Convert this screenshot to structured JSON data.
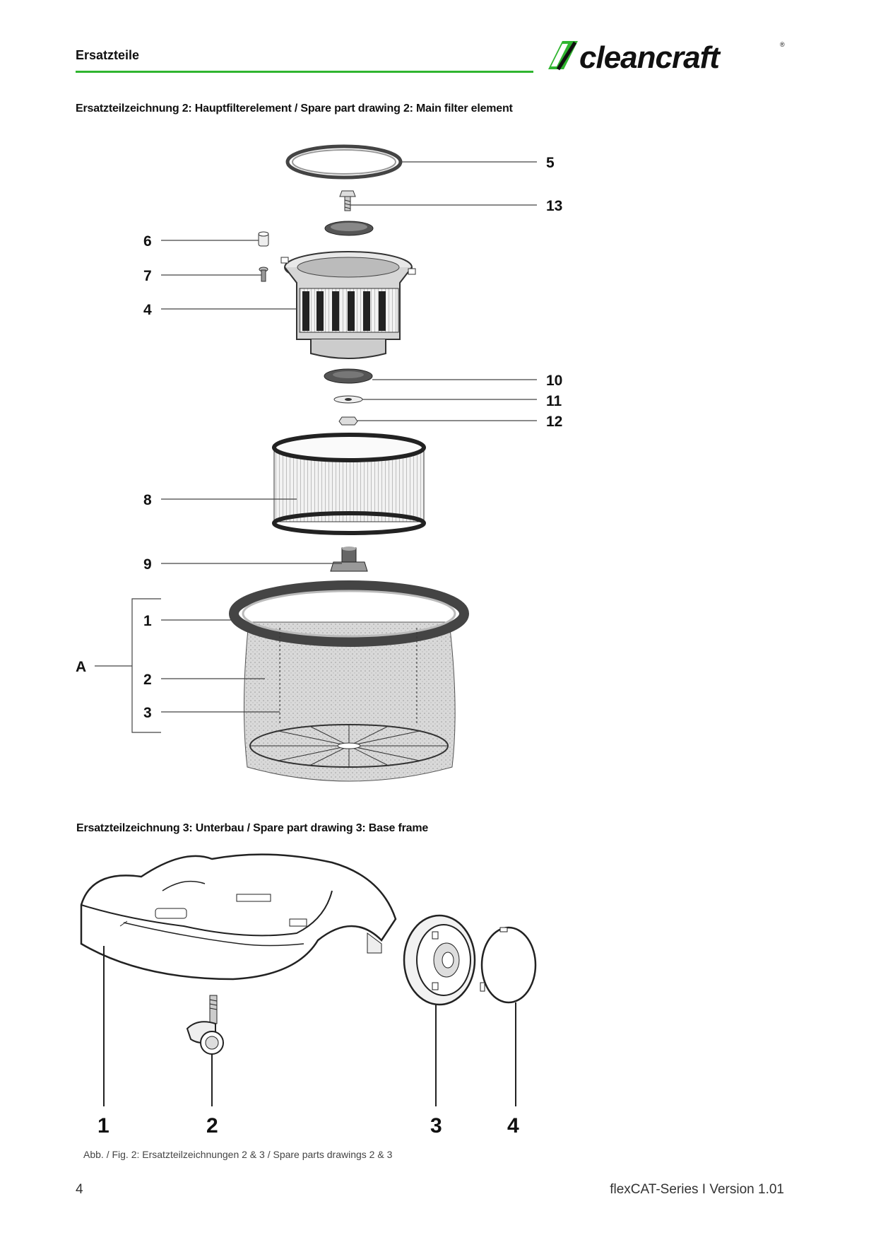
{
  "header": {
    "title": "Ersatzteile",
    "logo_text": "cleancraft",
    "brand_color": "#2fb52f"
  },
  "section1": {
    "title": "Ersatzteilzeichnung 2: Hauptfilterelement / Spare part drawing 2: Main filter element",
    "callouts": {
      "c5": "5",
      "c13": "13",
      "c6": "6",
      "c7": "7",
      "c4": "4",
      "c10": "10",
      "c11": "11",
      "c12": "12",
      "c8": "8",
      "c9": "9",
      "c1": "1",
      "c2": "2",
      "c3": "3",
      "cA": "A"
    }
  },
  "section2": {
    "title": "Ersatzteilzeichnung 3: Unterbau / Spare part drawing 3: Base frame",
    "callouts": {
      "c1": "1",
      "c2": "2",
      "c3": "3",
      "c4": "4"
    }
  },
  "caption": "Abb. / Fig. 2: Ersatzteilzeichnungen 2 & 3  / Spare parts drawings 2 & 3",
  "footer": {
    "page_number": "4",
    "doc_version": "flexCAT-Series I Version 1.01"
  }
}
